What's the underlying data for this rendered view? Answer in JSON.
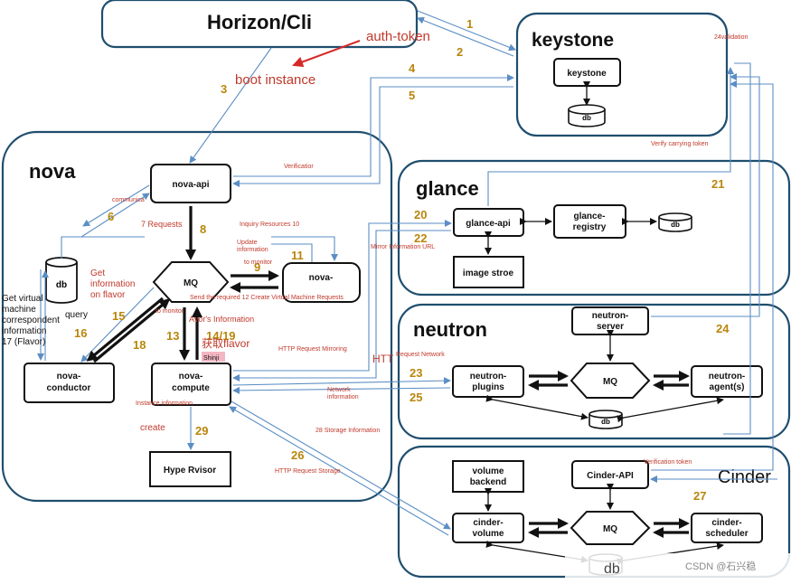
{
  "nodes": {
    "horizon": "Horizon/Cli",
    "keystone_inner": "keystone",
    "db": "db",
    "nova_api": "nova-api",
    "mq": "MQ",
    "nova_scheduler": "nova-",
    "nova_conductor": "nova-\nconductor",
    "nova_compute": "nova-\ncompute",
    "hypervisor": "Hype Rvisor",
    "glance_api": "glance-api",
    "glance_registry": "glance-\nregistry",
    "image_store": "image stroe",
    "neutron_server": "neutron-\nserver",
    "neutron_plugins": "neutron-\nplugins",
    "neutron_agents": "neutron-\nagent(s)",
    "volume_backend": "volume\nbackend",
    "cinder_api": "Cinder-API",
    "cinder_volume": "cinder-\nvolume",
    "cinder_scheduler": "cinder-\nscheduler"
  },
  "groups": {
    "keystone": "keystone",
    "nova": "nova",
    "glance": "glance",
    "neutron": "neutron",
    "cinder": "Cinder"
  },
  "steps": [
    "1",
    "2",
    "3",
    "4",
    "5",
    "6",
    "8",
    "9",
    "11",
    "13",
    "14/19",
    "15",
    "16",
    "18",
    "20",
    "21",
    "22",
    "23",
    "24",
    "25",
    "26",
    "27",
    "29"
  ],
  "labels": {
    "auth_token": "auth-token",
    "boot_instance": "boot instance",
    "validation_24": "24validation",
    "verify_token": "Verify carrying token",
    "verification": "Verificatior",
    "communica": "communica",
    "requests_7": "7 Requests",
    "inquiry_resources": "Inquiry Resources 10",
    "update_info": "Update\ninformation",
    "to_monitor": "to monitor",
    "get_info_flavor": "Get\ninformation\non flavor",
    "send_required": "Send the required 12 Create Virtual Machine Requests",
    "to_monitor_2": "to monitor",
    "avors_info": "Avor's Information",
    "get_flavor_cn": "获取flavor",
    "shinji": "Shinji",
    "get_virtual_machine": "Get virtual\nmachine\ncorrespondent\ninformation\n17 (Flavor)",
    "query": "query",
    "instance_info": "Instance information",
    "create": "create",
    "mirror_info_url": "Mirror Information URL",
    "http_request_mirroring": "HTTP Request Mirroring",
    "http_partial": "HTT",
    "request_network": "Request Network",
    "network_info": "Network\ninformation",
    "storage_info_28": "28 Storage Information",
    "http_request_storage": "HTTP Request Storage",
    "verification_token": "Verification token",
    "watermark": "CSDN @石兴稳",
    "db_cut": "db"
  },
  "colors": {
    "frame": "#1f4e6e",
    "arrow_blue": "#5b8ec4",
    "step_gold": "#b8860b",
    "annotation_red": "#c0392b"
  }
}
